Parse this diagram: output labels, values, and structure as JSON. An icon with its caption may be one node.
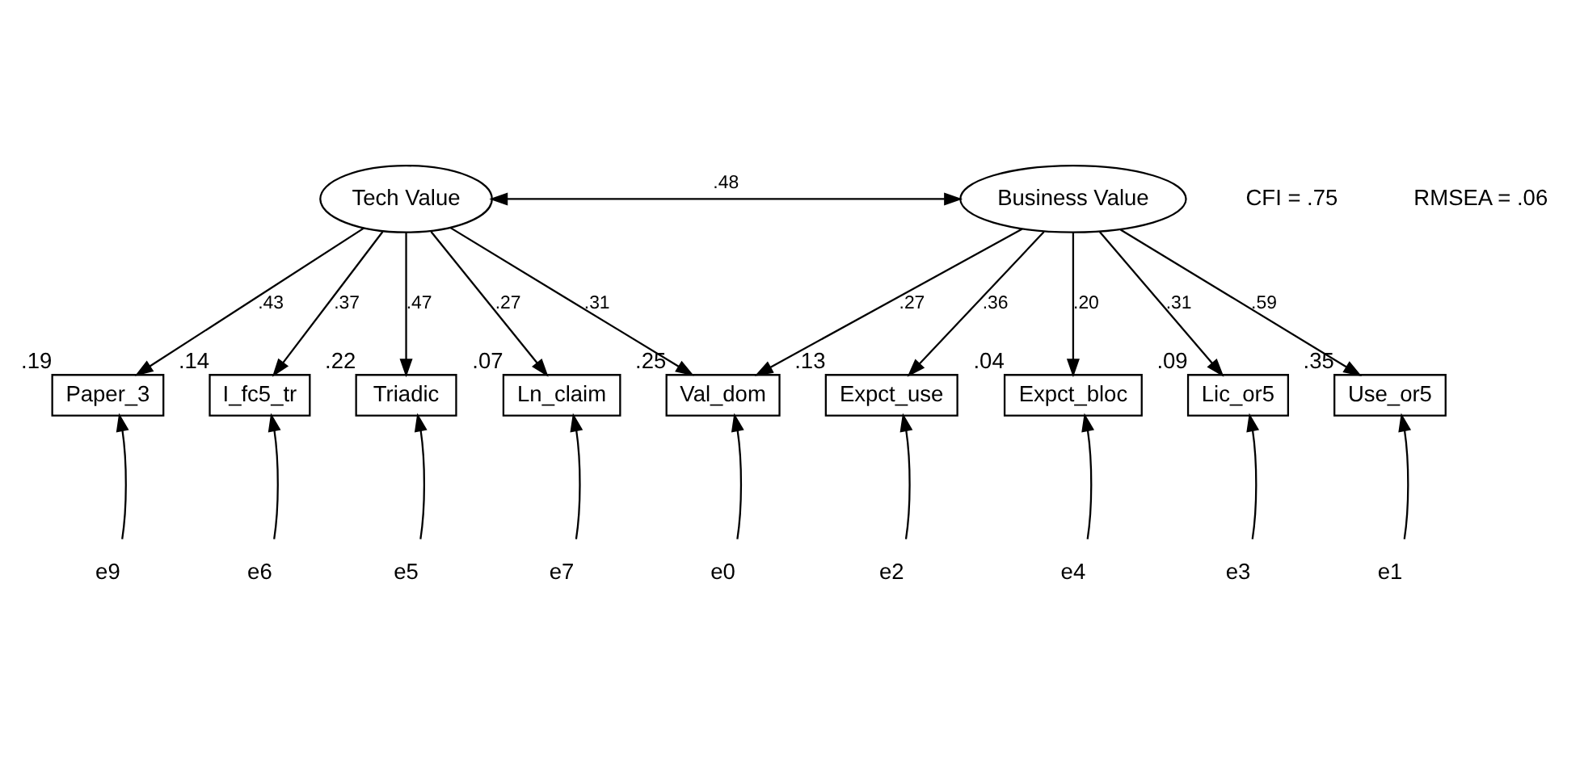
{
  "diagram": {
    "nodes": [
      {
        "text": [
          "Tech Value"
        ]
      },
      {
        "text": [
          "Business Value"
        ]
      },
      {
        "text": [
          "Paper_3"
        ],
        "beside": [
          ".19"
        ]
      },
      {
        "text": [
          "I_fc5_tr"
        ],
        "beside": [
          ".14"
        ]
      },
      {
        "text": [
          "Triadic"
        ],
        "beside": [
          ".22"
        ]
      },
      {
        "text": [
          "Ln_claim"
        ],
        "beside": [
          ".07"
        ]
      },
      {
        "text": [
          "Val_dom"
        ],
        "beside": [
          ".25"
        ]
      },
      {
        "text": [
          "Expct_use"
        ],
        "beside": [
          ".13"
        ]
      },
      {
        "text": [
          "Expct_bloc"
        ],
        "beside": [
          ".04"
        ]
      },
      {
        "text": [
          "Lic_or5"
        ],
        "beside": [
          ".09"
        ]
      },
      {
        "text": [
          "Use_or5"
        ],
        "beside": [
          ".35"
        ]
      },
      {
        "text": [
          "e9"
        ]
      },
      {
        "text": [
          "e6"
        ]
      },
      {
        "text": [
          "e5"
        ]
      },
      {
        "text": [
          "e7"
        ]
      },
      {
        "text": [
          "e0"
        ]
      },
      {
        "text": [
          "e2"
        ]
      },
      {
        "text": [
          "e4"
        ]
      },
      {
        "text": [
          "e3"
        ]
      },
      {
        "text": [
          "e1"
        ]
      }
    ],
    "edges": [
      {
        "from": 0,
        "to": 1,
        "arrow": "both",
        "label": ".48"
      },
      {
        "from": 0,
        "to": 2,
        "arrow": "to",
        "label": ".43"
      },
      {
        "from": 0,
        "to": 3,
        "arrow": "to",
        "label": ".37"
      },
      {
        "from": 0,
        "to": 4,
        "arrow": "to",
        "label": ".47"
      },
      {
        "from": 0,
        "to": 5,
        "arrow": "to",
        "label": ".27"
      },
      {
        "from": 0,
        "to": 6,
        "arrow": "to",
        "label": ".31"
      },
      {
        "from": 1,
        "to": 6,
        "arrow": "to",
        "label": ".27"
      },
      {
        "from": 1,
        "to": 7,
        "arrow": "to",
        "label": ".36"
      },
      {
        "from": 1,
        "to": 8,
        "arrow": "to",
        "label": ".20"
      },
      {
        "from": 1,
        "to": 9,
        "arrow": "to",
        "label": ".31"
      },
      {
        "from": 1,
        "to": 10,
        "arrow": "to",
        "label": ".59"
      },
      {
        "from": 11,
        "to": 2,
        "arrow": "to"
      },
      {
        "from": 12,
        "to": 3,
        "arrow": "to"
      },
      {
        "from": 13,
        "to": 4,
        "arrow": "to"
      },
      {
        "from": 14,
        "to": 5,
        "arrow": "to"
      },
      {
        "from": 15,
        "to": 6,
        "arrow": "to"
      },
      {
        "from": 16,
        "to": 7,
        "arrow": "to"
      },
      {
        "from": 17,
        "to": 8,
        "arrow": "to"
      },
      {
        "from": 18,
        "to": 9,
        "arrow": "to"
      },
      {
        "from": 19,
        "to": 10,
        "arrow": "to"
      }
    ],
    "labels": [
      "CFI = .75",
      "RMSEA = .06"
    ]
  }
}
